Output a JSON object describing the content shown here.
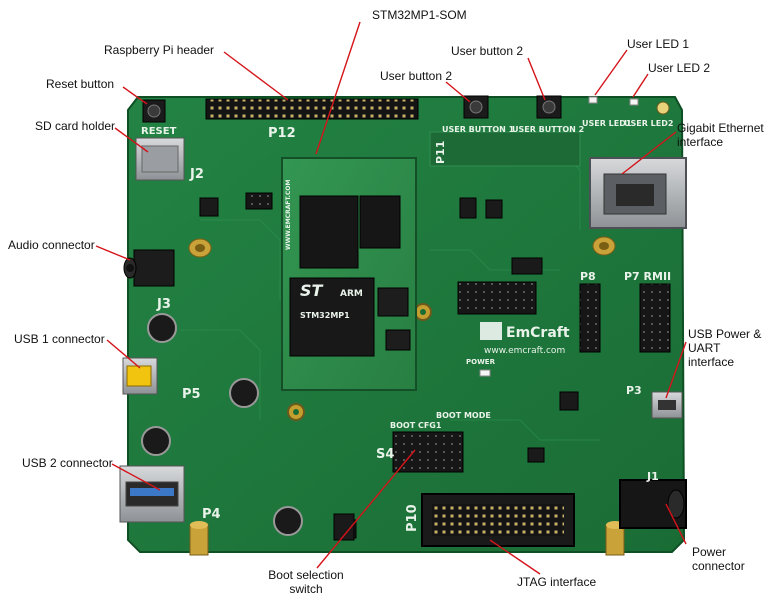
{
  "figure": {
    "description_board": "STM32MP1 evaluation board photo with annotated components",
    "colors": {
      "pcb": "#1f7a3c",
      "pcb_dark": "#15622e",
      "silkscreen": "#e9f3ea",
      "callout_line": "#d4141a",
      "callout_text": "#111111",
      "som": "#2d8a46",
      "header": "#1a1a1a",
      "metal": "#b9bcbf",
      "brass": "#c9a23a",
      "usb_yellow": "#f1c40f"
    }
  },
  "callouts": {
    "stm32mp1_som": "STM32MP1-SOM",
    "raspberry_pi_header": "Raspberry Pi header",
    "reset_button": "Reset button",
    "sd_card_holder": "SD card holder",
    "audio_connector": "Audio connector",
    "usb1_connector": "USB 1 connector",
    "usb2_connector": "USB 2 connector",
    "user_button_2_a": "User button 2",
    "user_button_2_b": "User button 2",
    "user_led_1": "User LED 1",
    "user_led_2": "User LED 2",
    "gigabit_ethernet": "Gigabit Ethernet interface",
    "usb_power_uart": "USB Power & UART interface",
    "boot_selection_switch": "Boot selection switch",
    "jtag_interface": "JTAG interface",
    "power_connector": "Power connector"
  },
  "silkscreen": {
    "reset": "RESET",
    "p12": "P12",
    "j2": "J2",
    "j3": "J3",
    "p5": "P5",
    "p4": "P4",
    "p10": "P10",
    "p11": "P11",
    "p8": "P8",
    "p7": "P7 RMII",
    "p3": "P3",
    "j1": "J1",
    "user_button_1": "USER BUTTON 1",
    "user_button_2": "USER BUTTON 2",
    "user_led1": "USER LED1",
    "user_led2": "USER LED2",
    "power": "POWER",
    "boot_cfg": "BOOT CFG1",
    "boot_mode": "BOOT MODE",
    "s4": "S4",
    "emcraft": "EmCraft",
    "website": "www.emcraft.com",
    "st_logo": "ST",
    "arm": "ARM",
    "stm32": "STM32MP1",
    "som_silk": "WWW.EMCRAFT.COM"
  }
}
